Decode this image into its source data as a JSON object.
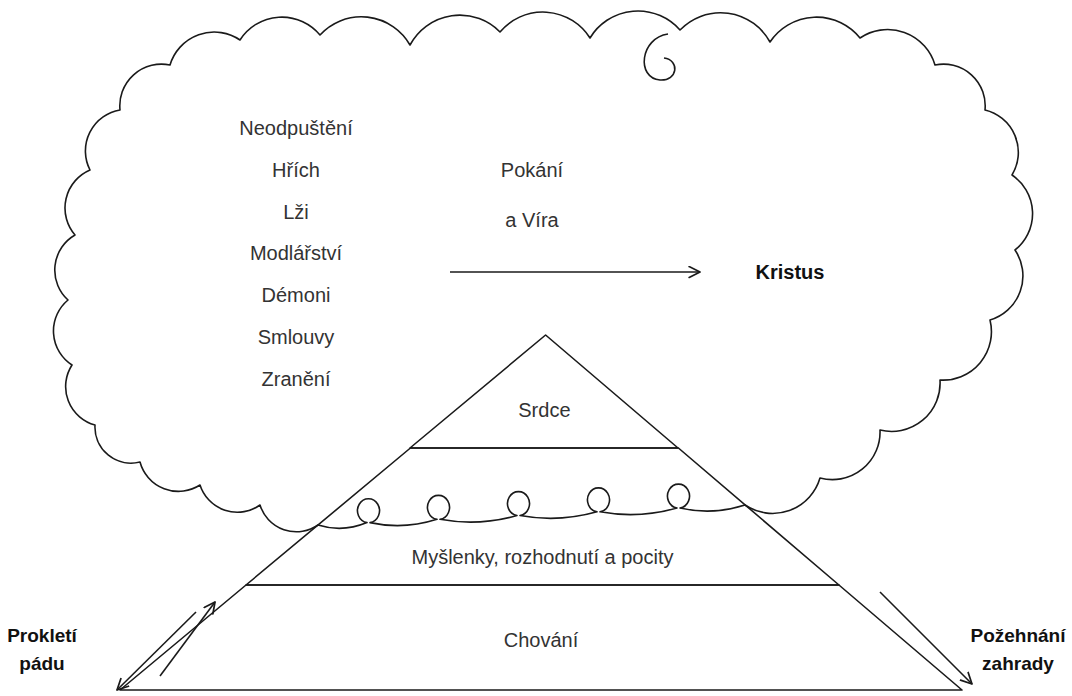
{
  "diagram": {
    "nodes": [
      {
        "text": [
          "Neodpuštění",
          "Hřích",
          "Lži",
          "Modlářství",
          "Démoni",
          "Smlouvy",
          "Zranění",
          "Pokání a Víra",
          "Kristus"
        ]
      },
      {
        "text": [
          "Srdce"
        ]
      },
      {
        "text": [
          "Myšlenky, rozhodnutí a pocity"
        ]
      },
      {
        "text": [
          "Chování"
        ]
      }
    ],
    "labels": [
      "Prokletí pádu",
      "Požehnání zahrady"
    ]
  }
}
